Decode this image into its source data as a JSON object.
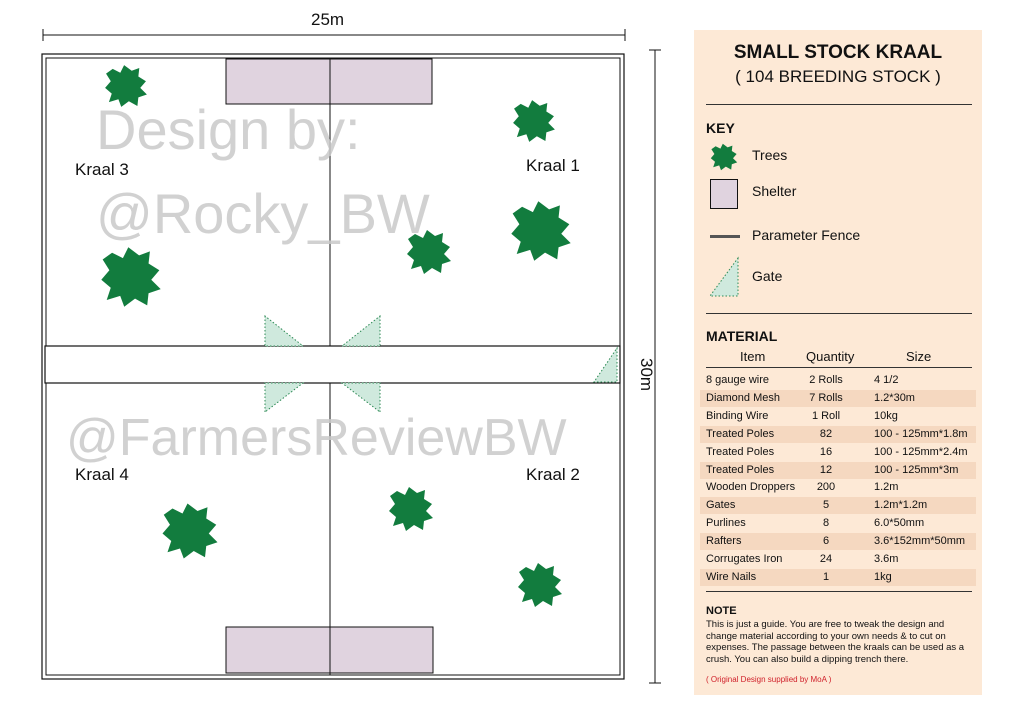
{
  "dimensions": {
    "width_label": "25m",
    "height_label": "30m"
  },
  "kraals": [
    {
      "name": "Kraal 3"
    },
    {
      "name": "Kraal 1"
    },
    {
      "name": "Kraal 4"
    },
    {
      "name": "Kraal 2"
    }
  ],
  "watermarks": {
    "line1": "Design by:",
    "line2": "@Rocky_BW",
    "line3": "@FarmersReviewBW"
  },
  "panel": {
    "title": "SMALL STOCK KRAAL",
    "subtitle": "( 104 BREEDING STOCK )",
    "key": {
      "heading": "KEY",
      "items": [
        {
          "label": "Trees",
          "icon": "tree-icon"
        },
        {
          "label": "Shelter",
          "icon": "shelter-icon"
        },
        {
          "label": "Parameter Fence",
          "icon": "fence-icon"
        },
        {
          "label": "Gate",
          "icon": "gate-icon"
        }
      ]
    },
    "material": {
      "heading": "MATERIAL",
      "columns": [
        "Item",
        "Quantity",
        "Size"
      ],
      "rows": [
        {
          "item": "8 gauge wire",
          "qty": "2 Rolls",
          "size": "4 1/2"
        },
        {
          "item": "Diamond Mesh",
          "qty": "7 Rolls",
          "size": "1.2*30m"
        },
        {
          "item": "Binding Wire",
          "qty": "1 Roll",
          "size": "10kg"
        },
        {
          "item": "Treated Poles",
          "qty": "82",
          "size": "100 - 125mm*1.8m"
        },
        {
          "item": "Treated Poles",
          "qty": "16",
          "size": "100 - 125mm*2.4m"
        },
        {
          "item": "Treated Poles",
          "qty": "12",
          "size": "100 - 125mm*3m"
        },
        {
          "item": "Wooden Droppers",
          "qty": "200",
          "size": "1.2m"
        },
        {
          "item": "Gates",
          "qty": "5",
          "size": "1.2m*1.2m"
        },
        {
          "item": "Purlines",
          "qty": "8",
          "size": "6.0*50mm"
        },
        {
          "item": "Rafters",
          "qty": "6",
          "size": "3.6*152mm*50mm"
        },
        {
          "item": "Corrugates Iron",
          "qty": "24",
          "size": "3.6m"
        },
        {
          "item": "Wire Nails",
          "qty": "1",
          "size": "1kg"
        }
      ]
    },
    "note": {
      "heading": "NOTE",
      "body": "This is just a guide. You are free to tweak the design and change material according to your own needs & to cut on expenses. The passage between the kraals can be used as a crush. You can also build a dipping trench there.",
      "credit": "( Original Design supplied by MoA )"
    }
  },
  "colors": {
    "tree": "#127c3e",
    "shelter": "#e0d3df",
    "gate": "#cfe9dd",
    "gate_dot": "#2d8a55",
    "fence": "#555555",
    "panel_bg": "#fde9d6",
    "row_shade": "#f5d8c0",
    "credit_red": "#d0202a"
  }
}
